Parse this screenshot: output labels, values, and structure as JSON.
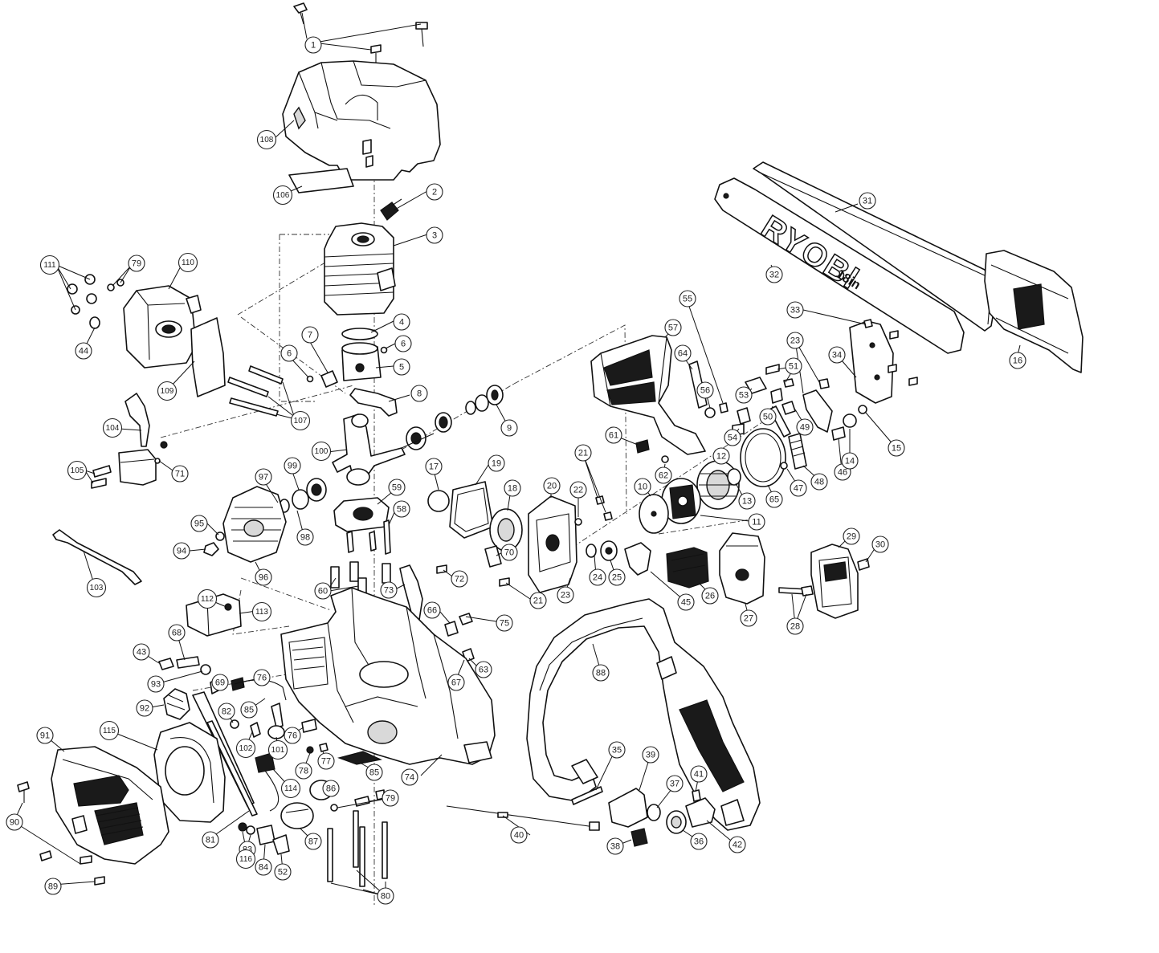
{
  "bar": {
    "brand": "RYOBI",
    "length_mark": "18in"
  },
  "callouts": [
    {
      "id": "c1",
      "label": "1"
    },
    {
      "id": "c108",
      "label": "108"
    },
    {
      "id": "c106",
      "label": "106"
    },
    {
      "id": "c2",
      "label": "2"
    },
    {
      "id": "c3",
      "label": "3"
    },
    {
      "id": "c4",
      "label": "4"
    },
    {
      "id": "c6a",
      "label": "6"
    },
    {
      "id": "c5",
      "label": "5"
    },
    {
      "id": "c7",
      "label": "7"
    },
    {
      "id": "c6b",
      "label": "6"
    },
    {
      "id": "c8",
      "label": "8"
    },
    {
      "id": "c9",
      "label": "9"
    },
    {
      "id": "c107",
      "label": "107"
    },
    {
      "id": "c111",
      "label": "111"
    },
    {
      "id": "c79a",
      "label": "79"
    },
    {
      "id": "c110",
      "label": "110"
    },
    {
      "id": "c44",
      "label": "44"
    },
    {
      "id": "c109",
      "label": "109"
    },
    {
      "id": "c104",
      "label": "104"
    },
    {
      "id": "c105",
      "label": "105"
    },
    {
      "id": "c71",
      "label": "71"
    },
    {
      "id": "c100",
      "label": "100"
    },
    {
      "id": "c99",
      "label": "99"
    },
    {
      "id": "c97",
      "label": "97"
    },
    {
      "id": "c98",
      "label": "98"
    },
    {
      "id": "c59",
      "label": "59"
    },
    {
      "id": "c58",
      "label": "58"
    },
    {
      "id": "c95",
      "label": "95"
    },
    {
      "id": "c94",
      "label": "94"
    },
    {
      "id": "c96",
      "label": "96"
    },
    {
      "id": "c103",
      "label": "103"
    },
    {
      "id": "c60",
      "label": "60"
    },
    {
      "id": "c73",
      "label": "73"
    },
    {
      "id": "c17",
      "label": "17"
    },
    {
      "id": "c19",
      "label": "19"
    },
    {
      "id": "c18",
      "label": "18"
    },
    {
      "id": "c20",
      "label": "20"
    },
    {
      "id": "c22",
      "label": "22"
    },
    {
      "id": "c21a",
      "label": "21"
    },
    {
      "id": "c70",
      "label": "70"
    },
    {
      "id": "c72",
      "label": "72"
    },
    {
      "id": "c21b",
      "label": "21"
    },
    {
      "id": "c23a",
      "label": "23"
    },
    {
      "id": "c24",
      "label": "24"
    },
    {
      "id": "c25",
      "label": "25"
    },
    {
      "id": "c66",
      "label": "66"
    },
    {
      "id": "c75",
      "label": "75"
    },
    {
      "id": "c63",
      "label": "63"
    },
    {
      "id": "c67",
      "label": "67"
    },
    {
      "id": "c31",
      "label": "31"
    },
    {
      "id": "c32",
      "label": "32"
    },
    {
      "id": "c16",
      "label": "16"
    },
    {
      "id": "c33",
      "label": "33"
    },
    {
      "id": "c55",
      "label": "55"
    },
    {
      "id": "c57",
      "label": "57"
    },
    {
      "id": "c64",
      "label": "64"
    },
    {
      "id": "c56",
      "label": "56"
    },
    {
      "id": "c23b",
      "label": "23"
    },
    {
      "id": "c51",
      "label": "51"
    },
    {
      "id": "c34",
      "label": "34"
    },
    {
      "id": "c53",
      "label": "53"
    },
    {
      "id": "c50",
      "label": "50"
    },
    {
      "id": "c49",
      "label": "49"
    },
    {
      "id": "c54",
      "label": "54"
    },
    {
      "id": "c61",
      "label": "61"
    },
    {
      "id": "c62",
      "label": "62"
    },
    {
      "id": "c12",
      "label": "12"
    },
    {
      "id": "c13",
      "label": "13"
    },
    {
      "id": "c65",
      "label": "65"
    },
    {
      "id": "c47",
      "label": "47"
    },
    {
      "id": "c48",
      "label": "48"
    },
    {
      "id": "c46",
      "label": "46"
    },
    {
      "id": "c14",
      "label": "14"
    },
    {
      "id": "c15",
      "label": "15"
    },
    {
      "id": "c10",
      "label": "10"
    },
    {
      "id": "c11",
      "label": "11"
    },
    {
      "id": "c45",
      "label": "45"
    },
    {
      "id": "c26",
      "label": "26"
    },
    {
      "id": "c27",
      "label": "27"
    },
    {
      "id": "c29",
      "label": "29"
    },
    {
      "id": "c30",
      "label": "30"
    },
    {
      "id": "c28",
      "label": "28"
    },
    {
      "id": "c112",
      "label": "112"
    },
    {
      "id": "c113",
      "label": "113"
    },
    {
      "id": "c43",
      "label": "43"
    },
    {
      "id": "c68",
      "label": "68"
    },
    {
      "id": "c93",
      "label": "93"
    },
    {
      "id": "c69",
      "label": "69"
    },
    {
      "id": "c76a",
      "label": "76"
    },
    {
      "id": "c92",
      "label": "92"
    },
    {
      "id": "c82",
      "label": "82"
    },
    {
      "id": "c85a",
      "label": "85"
    },
    {
      "id": "c115",
      "label": "115"
    },
    {
      "id": "c102",
      "label": "102"
    },
    {
      "id": "c101",
      "label": "101"
    },
    {
      "id": "c76b",
      "label": "76"
    },
    {
      "id": "c78",
      "label": "78"
    },
    {
      "id": "c77",
      "label": "77"
    },
    {
      "id": "c85b",
      "label": "85"
    },
    {
      "id": "c74",
      "label": "74"
    },
    {
      "id": "c91",
      "label": "91"
    },
    {
      "id": "c114",
      "label": "114"
    },
    {
      "id": "c86",
      "label": "86"
    },
    {
      "id": "c79b",
      "label": "79"
    },
    {
      "id": "c90",
      "label": "90"
    },
    {
      "id": "c81",
      "label": "81"
    },
    {
      "id": "c83",
      "label": "83"
    },
    {
      "id": "c116",
      "label": "116"
    },
    {
      "id": "c84",
      "label": "84"
    },
    {
      "id": "c52",
      "label": "52"
    },
    {
      "id": "c87",
      "label": "87"
    },
    {
      "id": "c89",
      "label": "89"
    },
    {
      "id": "c80",
      "label": "80"
    },
    {
      "id": "c88",
      "label": "88"
    },
    {
      "id": "c35",
      "label": "35"
    },
    {
      "id": "c39",
      "label": "39"
    },
    {
      "id": "c37",
      "label": "37"
    },
    {
      "id": "c41",
      "label": "41"
    },
    {
      "id": "c40",
      "label": "40"
    },
    {
      "id": "c38",
      "label": "38"
    },
    {
      "id": "c36",
      "label": "36"
    },
    {
      "id": "c42",
      "label": "42"
    }
  ]
}
